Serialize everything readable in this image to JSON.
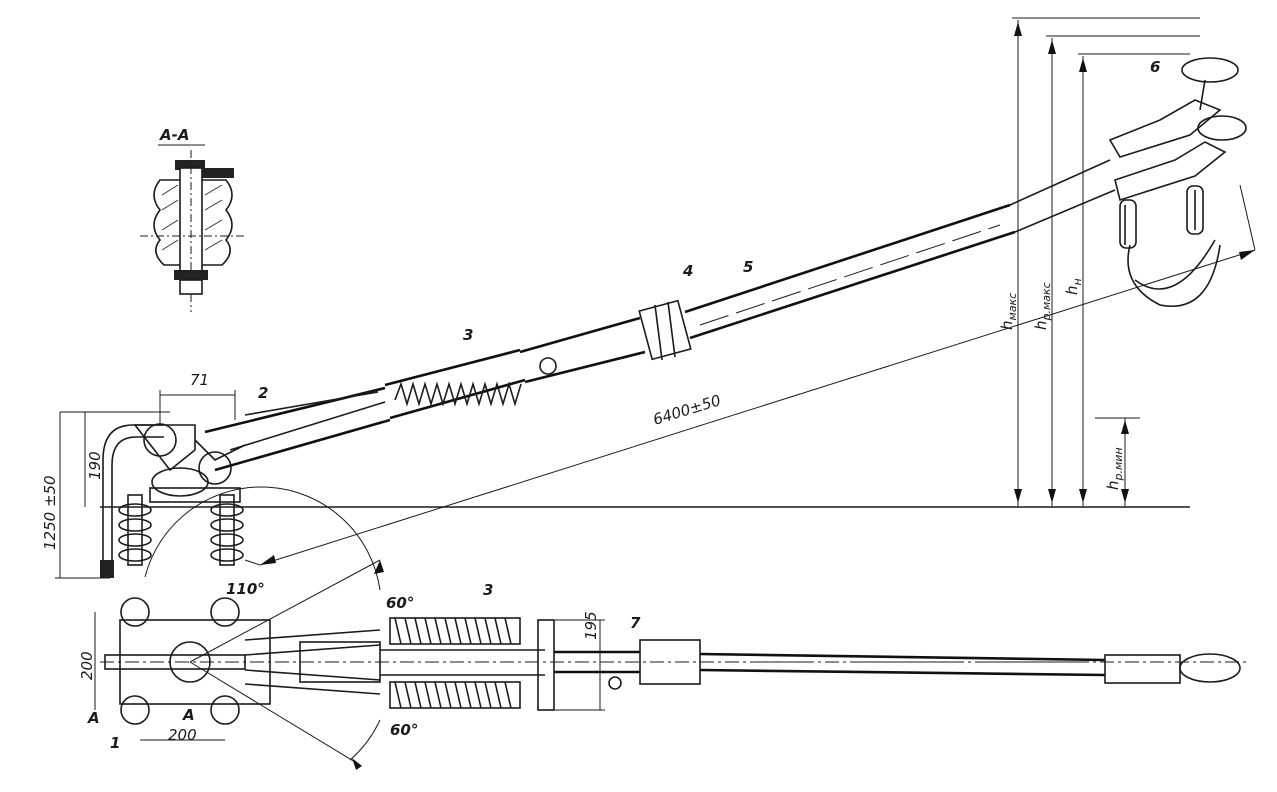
{
  "section_title": "А-А",
  "callouts": {
    "c1": "1",
    "c2": "2",
    "c3_top": "3",
    "c3_bottom": "3",
    "c4": "4",
    "c5": "5",
    "c6": "6",
    "c7": "7",
    "sec_a_left": "A",
    "sec_a_right": "A"
  },
  "dimensions": {
    "d71": "71",
    "d190": "190",
    "d1250": "1250 ±50",
    "d6400": "6400±50",
    "d110": "110°",
    "d60_top": "60°",
    "d60_bottom": "60°",
    "d195": "195",
    "d200_v": "200",
    "d200_h": "200"
  },
  "heights": {
    "h_maks": "h",
    "h_maks_sub": "макс",
    "h_rmaks": "h",
    "h_rmaks_sub": "р.макс",
    "h_n": "h",
    "h_n_sub": "н",
    "h_rmin": "h",
    "h_rmin_sub": "р.мин"
  }
}
